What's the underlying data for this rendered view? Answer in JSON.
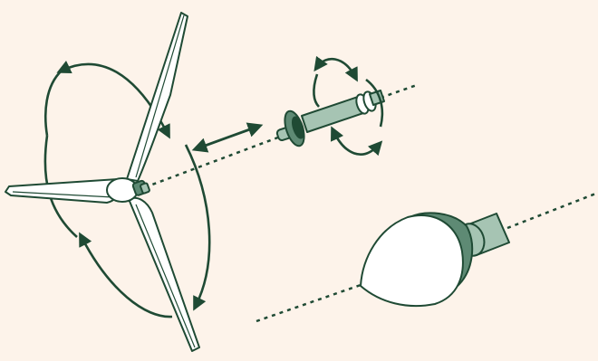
{
  "diagram": {
    "colors": {
      "background": "#fdf3ea",
      "outline": "#1f4a34",
      "blade_fill": "#ffffff",
      "hub_dark": "#5e8a74",
      "shaft_light": "#a6c4b3",
      "arrow": "#1f4a34"
    },
    "parts": [
      "rotor-with-three-blades",
      "drive-shaft",
      "nose-cone",
      "rotation-arrows",
      "axis-line",
      "double-headed-arrow"
    ]
  }
}
